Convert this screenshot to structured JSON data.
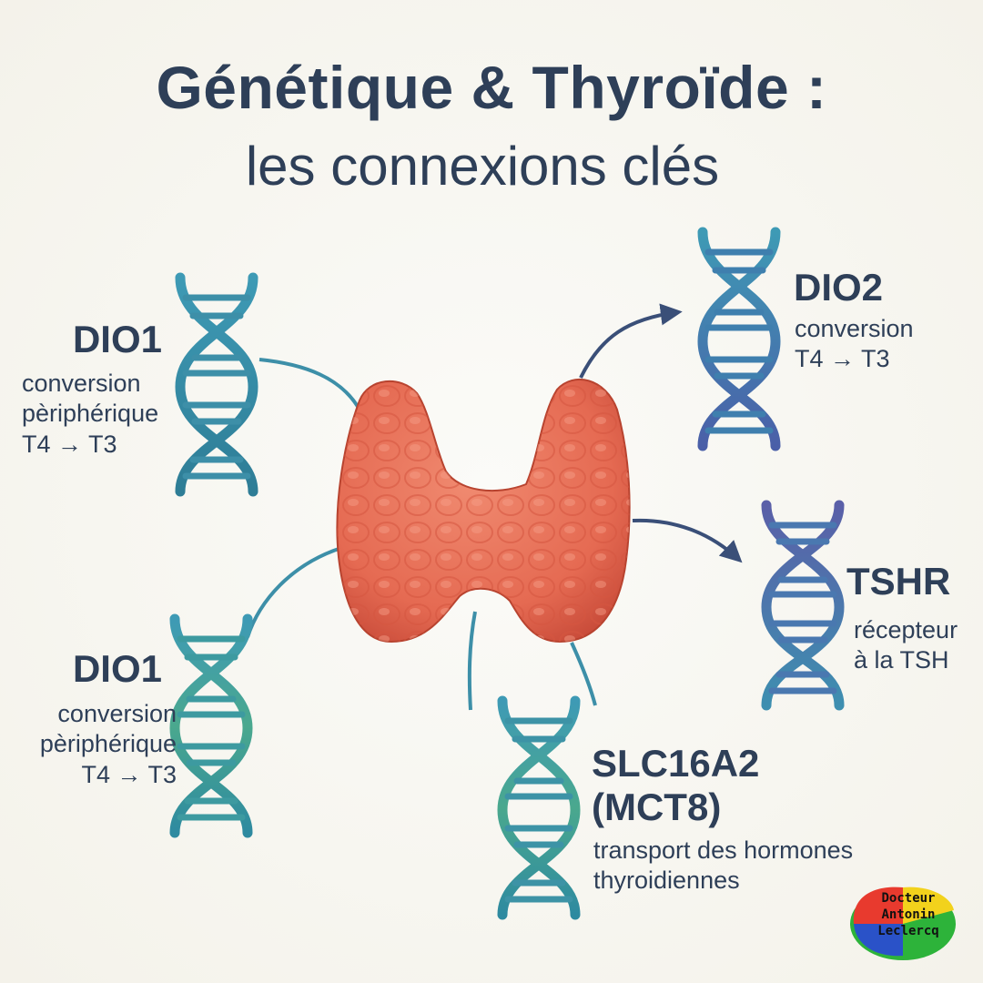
{
  "title": {
    "line1": "Génétique & Thyroïde :",
    "line2": "les connexions clés"
  },
  "genes": [
    {
      "id": "dio1-top",
      "name": "DIO1",
      "description": "conversion\npèriphérique\nT4 → T3"
    },
    {
      "id": "dio1-bottom",
      "name": "DIO1",
      "description": "conversion\npèriphérique\nT4 → T3"
    },
    {
      "id": "dio2",
      "name": "DIO2",
      "description": "conversion\nT4 → T3"
    },
    {
      "id": "tshr",
      "name": "TSHR",
      "description": "récepteur\nà la TSH"
    },
    {
      "id": "slc16a2",
      "name": "SLC16A2\n(MCT8)",
      "description": "transport des hormones\nthyroidiennes"
    }
  ],
  "logo": {
    "text": "Docteur\nAntonin\nLeclercq"
  },
  "colors": {
    "thyroid": "#e8705a",
    "thyroid_dark": "#c9503e",
    "dna_teal": "#3d8fa8",
    "dna_blue": "#4a6fa8",
    "dna_purple": "#5a63a8",
    "text": "#2e3f58",
    "arrow": "#3a4f78"
  },
  "icons": [
    "dna-helix-icon",
    "thyroid-gland-icon",
    "arrow-icon"
  ]
}
